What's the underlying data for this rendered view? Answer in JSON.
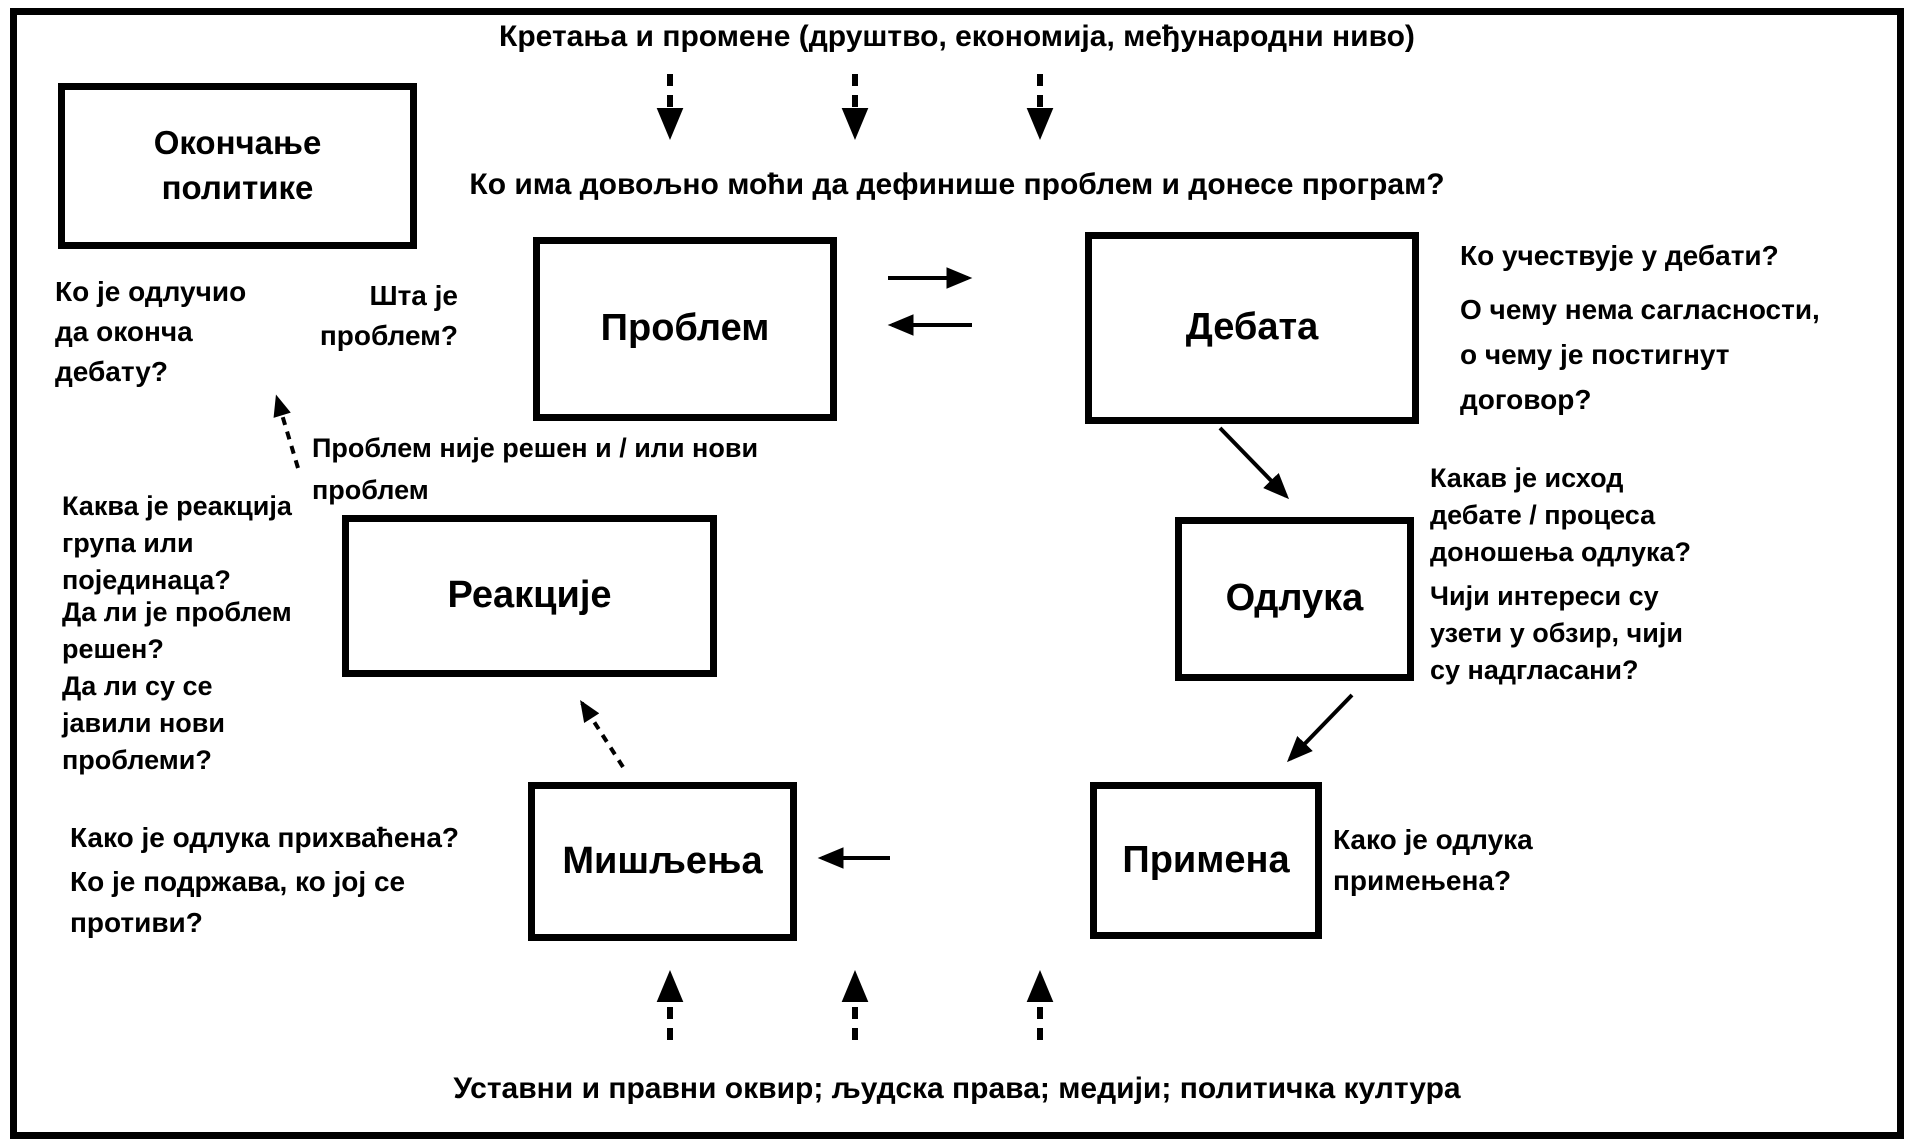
{
  "diagram": {
    "top_banner": "Кретања и промене (друштво, економија, међународни ниво)",
    "power_question": "Ко има довољно моћи да дефинише проблем и донесе програм?",
    "bottom_banner": "Уставни и правни оквир; људска права; медији; политичка култура",
    "boxes": {
      "termination": {
        "lines": [
          "Окончање",
          "политике"
        ]
      },
      "problem": {
        "label": "Проблем"
      },
      "debate": {
        "label": "Дебата"
      },
      "reactions": {
        "label": "Реакције"
      },
      "decision": {
        "label": "Одлука"
      },
      "opinions": {
        "label": "Мишљења"
      },
      "implementation": {
        "label": "Примена"
      }
    },
    "annotations": {
      "who_ended_debate": {
        "lines": [
          "Ко је одлучио",
          "да оконча",
          "дебату?"
        ]
      },
      "what_is_problem": {
        "lines": [
          "Шта је",
          "проблем?"
        ]
      },
      "problem_not_solved": {
        "lines": [
          "Проблем није решен и / или нови",
          "проблем"
        ]
      },
      "reaction_of_groups": {
        "lines": [
          "Каква је реакција",
          "група или",
          "појединаца?"
        ]
      },
      "is_problem_solved": {
        "lines": [
          "Да ли је проблем",
          "решен?"
        ]
      },
      "new_problems": {
        "lines": [
          "Да ли су се",
          "јавили нови",
          "проблеми?"
        ]
      },
      "who_participates": {
        "lines": [
          "Ко учествује у дебати?"
        ]
      },
      "agreement": {
        "lines": [
          "О чему нема сагласности,",
          "о чему је постигнут",
          "договор?"
        ]
      },
      "debate_outcome": {
        "lines": [
          "Какав је исход",
          "дебате / процеса",
          "доношења одлука?"
        ]
      },
      "whose_interests": {
        "lines": [
          "Чији интереси су",
          "узети у обзир, чији",
          "су надгласани?"
        ]
      },
      "decision_accepted": {
        "lines": [
          "Како је одлука прихваћена?"
        ]
      },
      "who_supports": {
        "lines": [
          "Ко је подржава, ко јој се",
          "противи?"
        ]
      },
      "decision_applied": {
        "lines": [
          "Како је одлука",
          "примењена?"
        ]
      }
    },
    "colors": {
      "ink": "#000000",
      "background": "#ffffff"
    }
  }
}
